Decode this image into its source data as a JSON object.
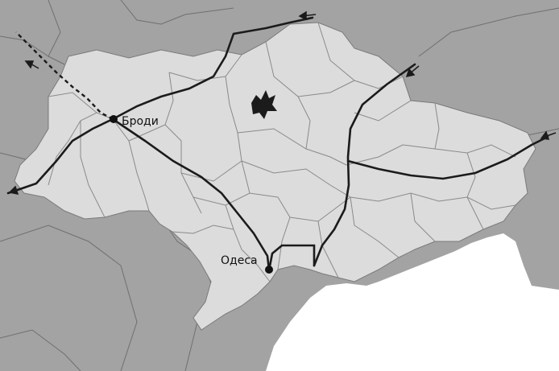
{
  "colors": {
    "background_land": "#a3a3a3",
    "country_fill": "#dcdcdc",
    "sea": "#ffffff",
    "region_border": "#808080",
    "pipeline": "#1b1b1b",
    "city_marker": "#111111",
    "kyiv_region": "#1b1b1b"
  },
  "cities": [
    {
      "name": "Броди",
      "marker": "city-dot"
    },
    {
      "name": "Одеса",
      "marker": "city-dot"
    }
  ],
  "legend": null
}
